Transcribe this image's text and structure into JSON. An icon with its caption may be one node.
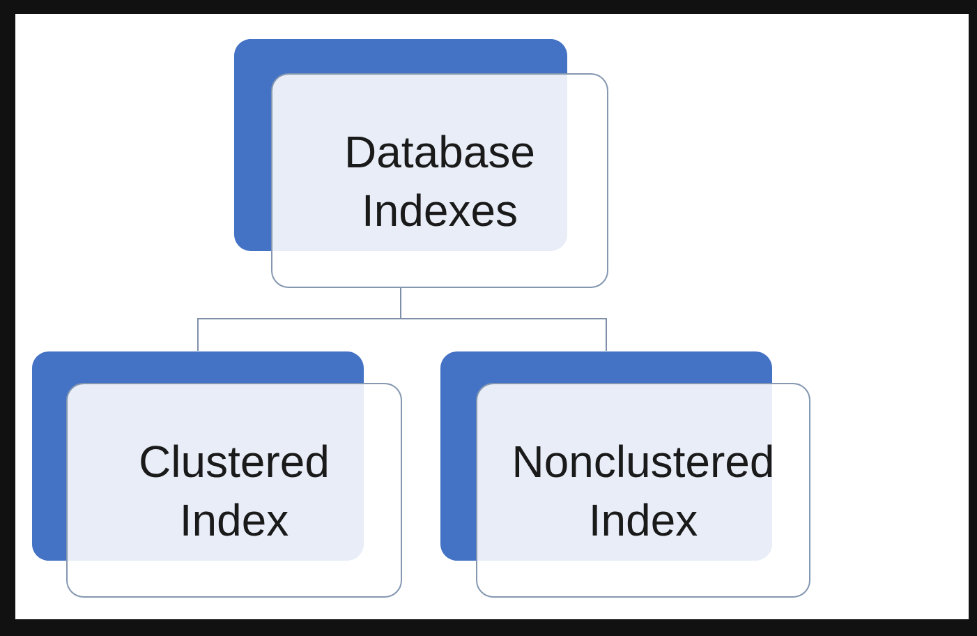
{
  "diagram": {
    "nodes": [
      {
        "text": [
          "Database Indexes"
        ]
      },
      {
        "text": [
          "Clustered Index"
        ]
      },
      {
        "text": [
          "Nonclustered Index"
        ]
      }
    ],
    "edges": [
      {
        "from": 0,
        "to": 1,
        "arrow": "none"
      },
      {
        "from": 0,
        "to": 2,
        "arrow": "none"
      }
    ]
  }
}
